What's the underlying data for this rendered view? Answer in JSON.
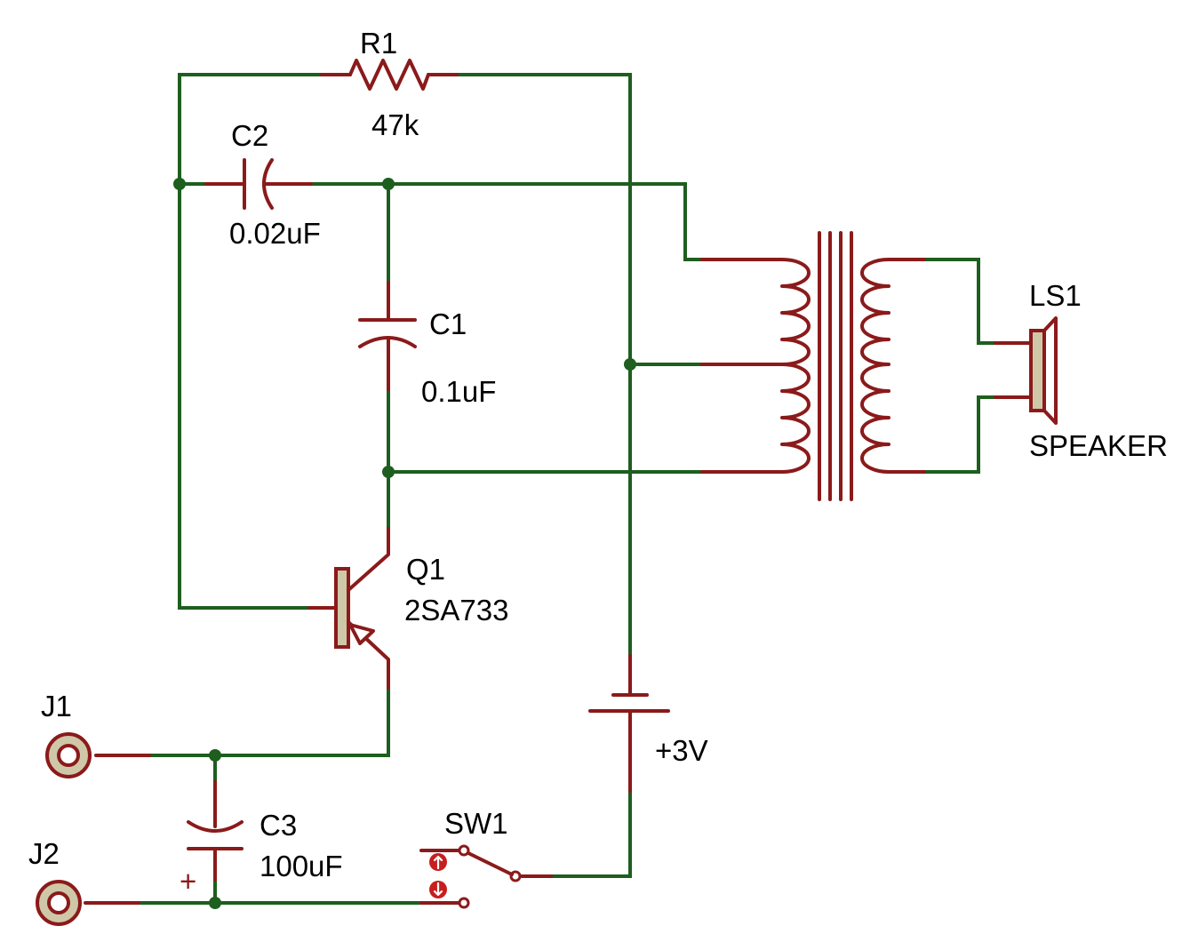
{
  "colors": {
    "background": "#ffffff",
    "wire": "#1e5e1e",
    "component": "#8b1a1a",
    "body_fill": "#cfc8a8",
    "junction": "#1e5e1e",
    "text": "#000000"
  },
  "components": {
    "r1": {
      "ref": "R1",
      "value": "47k"
    },
    "c2": {
      "ref": "C2",
      "value": "0.02uF"
    },
    "c1": {
      "ref": "C1",
      "value": "0.1uF"
    },
    "c3": {
      "ref": "C3",
      "value": "100uF",
      "polarity": "+"
    },
    "q1": {
      "ref": "Q1",
      "value": "2SA733"
    },
    "ls1": {
      "ref": "LS1",
      "value": "SPEAKER"
    },
    "j1": {
      "ref": "J1"
    },
    "j2": {
      "ref": "J2"
    },
    "sw1": {
      "ref": "SW1"
    },
    "battery": {
      "value": "+3V"
    }
  },
  "icons": {
    "sw1_up": "arrow-up-icon",
    "sw1_down": "arrow-down-icon"
  }
}
